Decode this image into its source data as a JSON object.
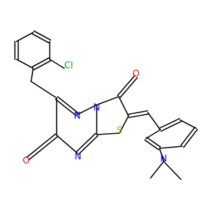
{
  "molecule": {
    "atom_labels": {
      "cl": "Cl",
      "n_ring_top": "N",
      "n_ring_fused": "N",
      "n_ring_bottom": "N",
      "s_ring": "S",
      "o_ketone_top": "O",
      "o_ketone_left": "O",
      "n_amine": "N"
    },
    "colors": {
      "bond": "#000000",
      "carbon": "#000000",
      "nitrogen": "#0000FF",
      "oxygen": "#FF0000",
      "sulfur": "#B8A000",
      "chlorine": "#00A000"
    }
  }
}
